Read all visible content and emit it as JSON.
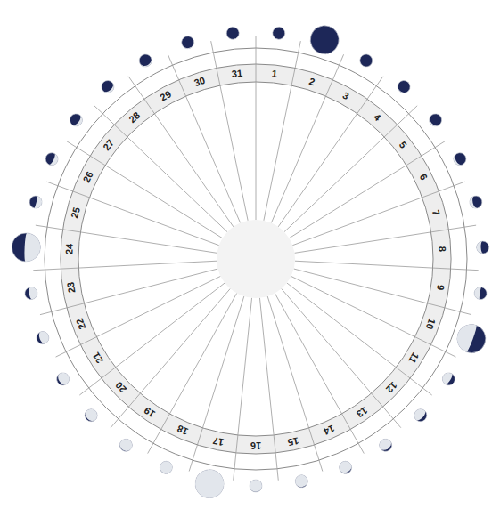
{
  "diagram": {
    "labels": [
      "1",
      "2",
      "3",
      "4",
      "5",
      "6",
      "7",
      "8",
      "9",
      "10",
      "11",
      "12",
      "13",
      "14",
      "15",
      "16",
      "17",
      "18",
      "19",
      "20",
      "21",
      "22",
      "23",
      "24",
      "25",
      "26",
      "27",
      "28",
      "29",
      "30",
      "31"
    ]
  }
}
